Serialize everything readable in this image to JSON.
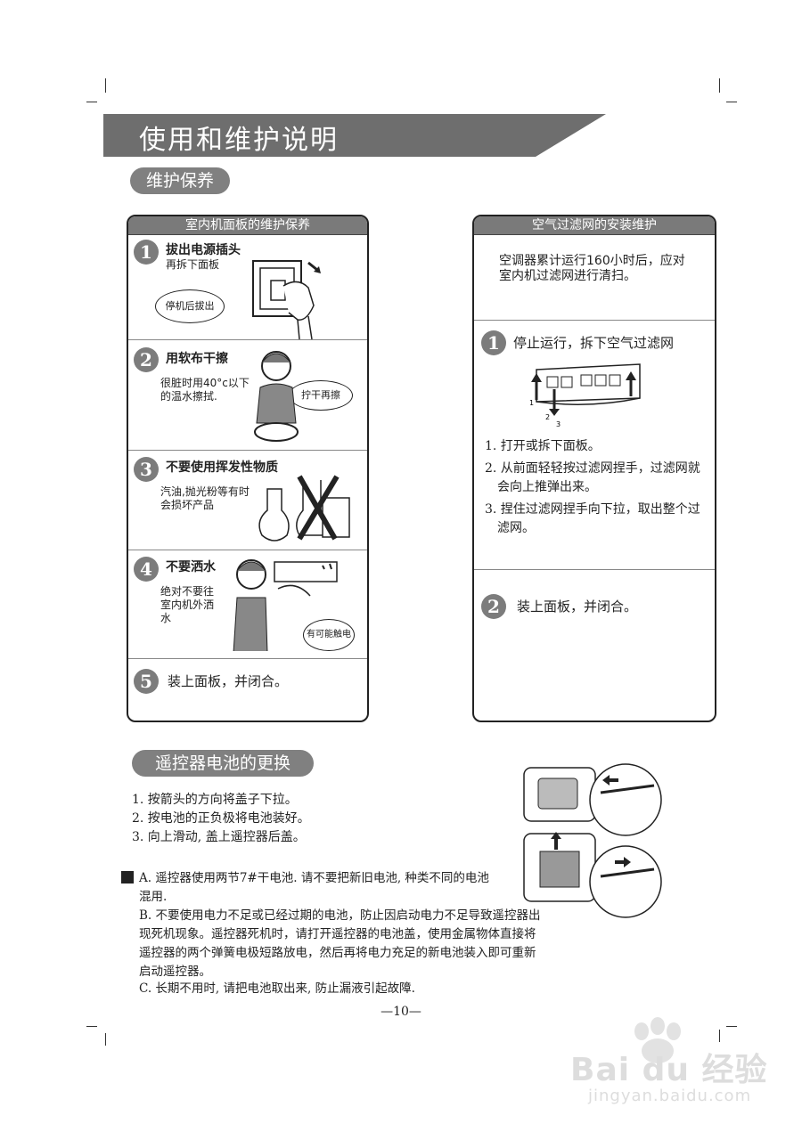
{
  "header": {
    "title": "使用和维护说明",
    "subtitle": "维护保养"
  },
  "left_panel": {
    "title": "室内机面板的维护保养",
    "steps": [
      {
        "num": "1",
        "title": "拔出电源插头",
        "sub": "再拆下面板",
        "bubble": "停机后拔出"
      },
      {
        "num": "2",
        "title": "用软布干擦",
        "sub": "很脏时用40°c以下的温水擦拭.",
        "bubble": "拧干再擦"
      },
      {
        "num": "3",
        "title": "不要使用挥发性物质",
        "sub": "汽油,抛光粉等有时会损坏产品"
      },
      {
        "num": "4",
        "title": "不要洒水",
        "sub": "绝对不要往室内机外洒水",
        "bubble": "有可能触电"
      },
      {
        "num": "5",
        "title": "装上面板，并闭合。"
      }
    ]
  },
  "right_panel": {
    "title": "空气过滤网的安装维护",
    "intro": "空调器累计运行160小时后，应对室内机过滤网进行清扫。",
    "step1": {
      "num": "1",
      "title": "停止运行，拆下空气过滤网",
      "labels": [
        "1",
        "2",
        "3"
      ]
    },
    "list": [
      "1. 打开或拆下面板。",
      "2. 从前面轻轻按过滤网捏手，过滤网就会向上推弹出来。",
      "3. 捏住过滤网捏手向下拉，取出整个过滤网。"
    ],
    "step2": {
      "num": "2",
      "title": "装上面板，并闭合。"
    }
  },
  "battery": {
    "title": "遥控器电池的更换",
    "steps": [
      "1. 按箭头的方向将盖子下拉。",
      "2. 按电池的正负极将电池装好。",
      "3. 向上滑动, 盖上遥控器后盖。"
    ],
    "notes": [
      "A. 遥控器使用两节7#干电池. 请不要把新旧电池, 种类不同的电池混用.",
      "B. 不要使用电力不足或已经过期的电池，防止因启动电力不足导致遥控器出现死机现象。遥控器死机时，请打开遥控器的电池盖，使用金属物体直接将遥控器的两个弹簧电极短路放电，然后再将电力充足的新电池装入即可重新启动遥控器。",
      "C. 长期不用时, 请把电池取出来, 防止漏液引起故障."
    ]
  },
  "page_number": "—10—",
  "watermark": {
    "brand": "Bai du 经验",
    "url": "jingyan.baidu.com"
  }
}
